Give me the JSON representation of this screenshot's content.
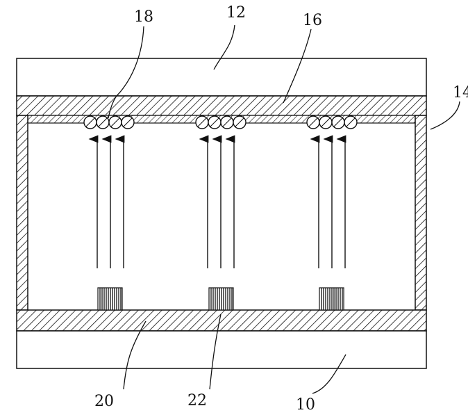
{
  "figure": {
    "reference_numerals": {
      "top_substrate": "12",
      "top_layer": "16",
      "side_wall": "14",
      "spheres": "18",
      "bottom_layer": "20",
      "emitters": "22",
      "bottom_substrate": "10"
    },
    "sphere_groups": 3,
    "spheres_per_group": 4,
    "arrows_per_group": 3,
    "emitter_groups": 3,
    "colors": {
      "line": "#111111",
      "background": "#ffffff"
    }
  }
}
